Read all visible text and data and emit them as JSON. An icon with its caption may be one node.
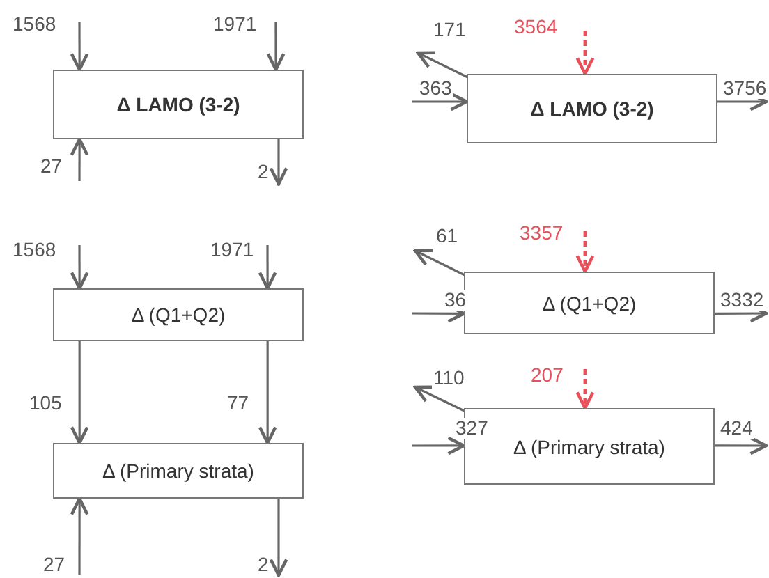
{
  "diagram": {
    "nodes": [
      {
        "text": [
          "Δ LAMO (3-2)"
        ]
      },
      {
        "text": [
          "Δ LAMO (3-2)"
        ]
      },
      {
        "text": [
          "Δ (Q1+Q2)"
        ]
      },
      {
        "text": [
          "Δ (Primary strata)"
        ]
      },
      {
        "text": [
          "Δ (Q1+Q2)"
        ]
      },
      {
        "text": [
          "Δ (Primary strata)"
        ]
      }
    ],
    "edges": [
      {
        "from": null,
        "to": 0,
        "arrow": "to",
        "label": "1568"
      },
      {
        "from": null,
        "to": 0,
        "arrow": "to",
        "label": "1971"
      },
      {
        "from": null,
        "to": 0,
        "arrow": "to",
        "label": "27"
      },
      {
        "from": 0,
        "to": null,
        "arrow": "to",
        "label": "2"
      },
      {
        "from": 1,
        "to": null,
        "arrow": "to",
        "label": "171"
      },
      {
        "from": null,
        "to": 1,
        "arrow": "to",
        "label": "3564",
        "style": "dashed",
        "color": "#e8505b"
      },
      {
        "from": null,
        "to": 1,
        "arrow": "to",
        "label": "363"
      },
      {
        "from": 1,
        "to": null,
        "arrow": "to",
        "label": "3756"
      },
      {
        "from": null,
        "to": 2,
        "arrow": "to",
        "label": "1568"
      },
      {
        "from": null,
        "to": 2,
        "arrow": "to",
        "label": "1971"
      },
      {
        "from": 2,
        "to": 3,
        "arrow": "to",
        "label": "105"
      },
      {
        "from": 2,
        "to": 3,
        "arrow": "to",
        "label": "77"
      },
      {
        "from": null,
        "to": 3,
        "arrow": "to",
        "label": "27"
      },
      {
        "from": 3,
        "to": null,
        "arrow": "to",
        "label": "2"
      },
      {
        "from": 4,
        "to": null,
        "arrow": "to",
        "label": "61"
      },
      {
        "from": null,
        "to": 4,
        "arrow": "to",
        "label": "3357",
        "style": "dashed",
        "color": "#e8505b"
      },
      {
        "from": null,
        "to": 4,
        "arrow": "to",
        "label": "36"
      },
      {
        "from": 4,
        "to": null,
        "arrow": "to",
        "label": "3332"
      },
      {
        "from": 5,
        "to": null,
        "arrow": "to",
        "label": "110"
      },
      {
        "from": null,
        "to": 5,
        "arrow": "to",
        "label": "207",
        "style": "dashed",
        "color": "#e8505b"
      },
      {
        "from": null,
        "to": 5,
        "arrow": "to",
        "label": "327"
      },
      {
        "from": 5,
        "to": null,
        "arrow": "to",
        "label": "424"
      }
    ]
  }
}
